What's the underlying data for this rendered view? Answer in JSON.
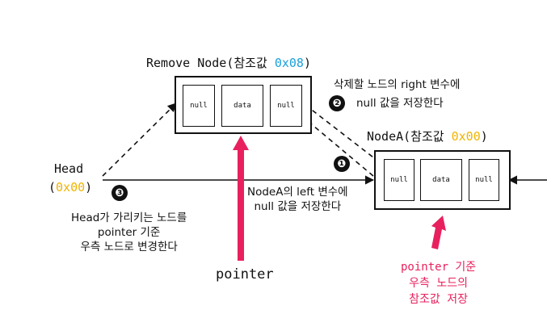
{
  "remove_node": {
    "title_prefix": "Remove Node(참조값 ",
    "address": "0x08",
    "title_suffix": ")",
    "cells": [
      "null",
      "data",
      "null"
    ]
  },
  "node_a": {
    "title_prefix": "NodeA(참조값 ",
    "address": "0x00",
    "title_suffix": ")",
    "cells": [
      "null",
      "data",
      "null"
    ]
  },
  "head": {
    "label": "Head",
    "address_prefix": "(",
    "address": "0x00",
    "address_suffix": ")"
  },
  "steps": {
    "step1": {
      "number": "❶",
      "line1": "NodeA의 left 변수에",
      "line2": "null 값을 저장한다"
    },
    "step2": {
      "number": "❷",
      "line1": "삭제할 노드의 right 변수에",
      "line2": "null 값을 저장한다"
    },
    "step3": {
      "number": "❸",
      "line1": "Head가 가리키는 노드를",
      "line2": "pointer 기준",
      "line3": "우측 노드로 변경한다"
    }
  },
  "pointer_label": "pointer",
  "pink_note": {
    "line1": "pointer 기준",
    "line2": "우측 노드의",
    "line3": "참조값 저장"
  },
  "colors": {
    "pink": "#e8215e",
    "blue_address": "#1a9fd9",
    "yellow_address": "#f0b400"
  }
}
